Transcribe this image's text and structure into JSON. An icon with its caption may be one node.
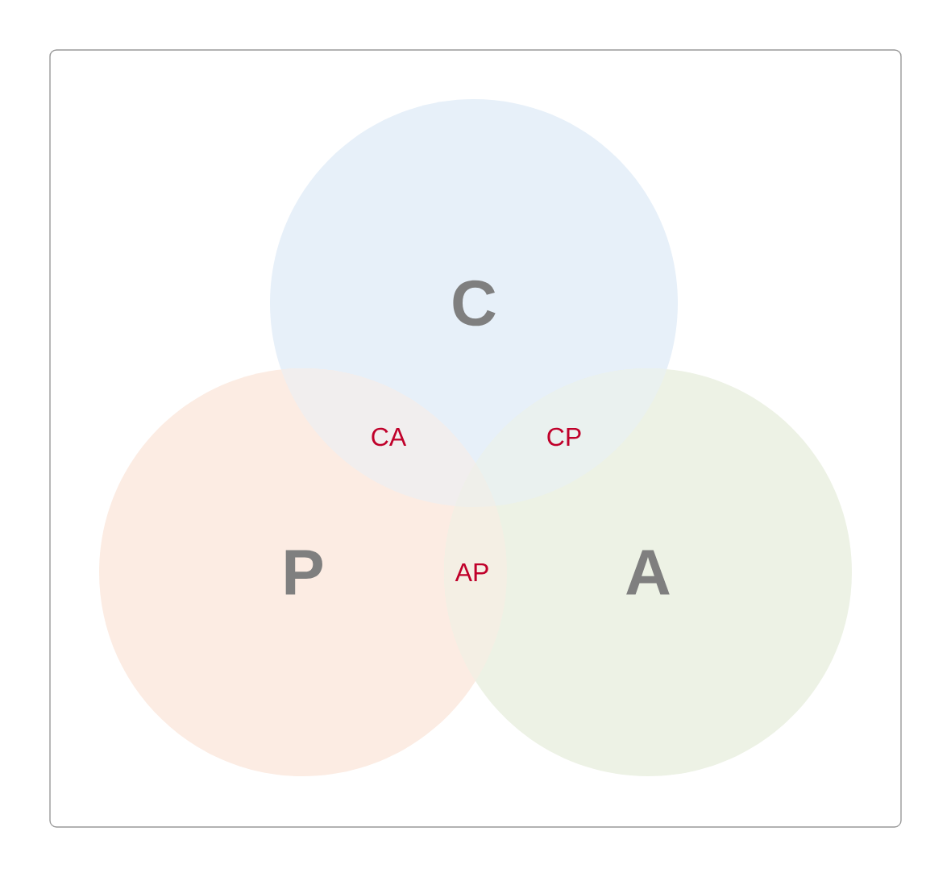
{
  "diagram": {
    "nodes": [
      {
        "text": [
          "C"
        ]
      },
      {
        "text": [
          "P"
        ]
      },
      {
        "text": [
          "A"
        ]
      }
    ],
    "labels": [
      "CA",
      "CP",
      "AP"
    ]
  }
}
